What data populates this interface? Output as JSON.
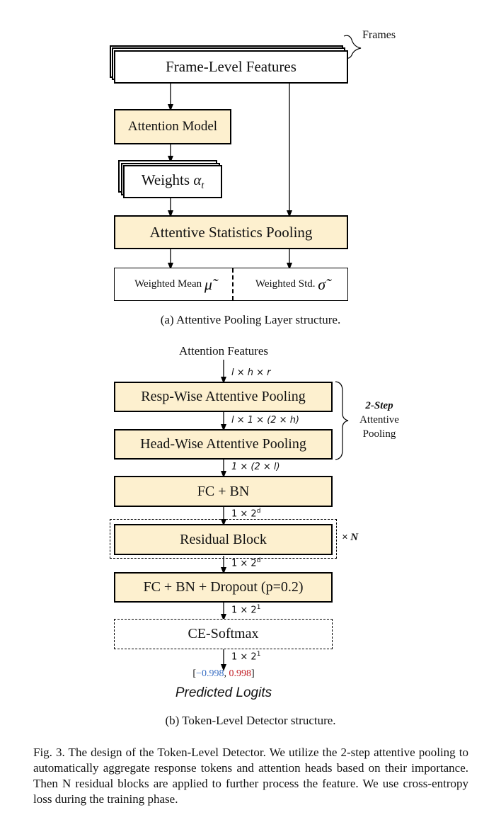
{
  "diagram_a": {
    "frames_label": "Frames",
    "frame_features": "Frame-Level Features",
    "attention_model": "Attention Model",
    "weights_text": "Weights ",
    "weights_symbol": "α",
    "weights_sub": "t",
    "pooling": "Attentive Statistics Pooling",
    "mean_label": "Weighted Mean ",
    "mean_symbol": "μ̃",
    "std_label": "Weighted Std. ",
    "std_symbol": "σ̃",
    "caption": "(a)  Attentive Pooling Layer structure."
  },
  "diagram_b": {
    "input_label": "Attention Features",
    "dim1": "l × h × r",
    "resp_pool": "Resp-Wise Attentive Pooling",
    "dim2": "l × 1 × (2 × h)",
    "head_pool": "Head-Wise Attentive Pooling",
    "brace_title": "2-Step",
    "brace_line2": "Attentive",
    "brace_line3": "Pooling",
    "dim3": "1 × (2 × l)",
    "fc_bn": "FC + BN",
    "dim4_base": "1 × 2",
    "dim4_exp": "d",
    "residual": "Residual Block",
    "repeat": "× N",
    "dim5_base": "1 × 2",
    "dim5_exp": "d",
    "fc_drop": "FC + BN + Dropout (p=0.2)",
    "dim6_base": "1 × 2",
    "dim6_exp": "1",
    "ce_softmax": "CE-Softmax",
    "dim7_base": "1 × 2",
    "dim7_exp": "1",
    "logits_open": "[",
    "logit_neg": "−0.998",
    "logits_sep": ", ",
    "logit_pos": "0.998",
    "logits_close": "]",
    "predicted": "Predicted Logits",
    "caption": "(b)  Token-Level Detector structure."
  },
  "figure_caption": "Fig. 3.  The design of the Token-Level Detector. We utilize the 2-step attentive pooling to automatically aggregate response tokens and attention heads based on their importance. Then N residual blocks are applied to further process the feature. We use cross-entropy loss during the training phase.",
  "colors": {
    "box_fill": "#fdf0cf",
    "negative_logit": "#3a6fc4",
    "positive_logit": "#c0181f"
  }
}
